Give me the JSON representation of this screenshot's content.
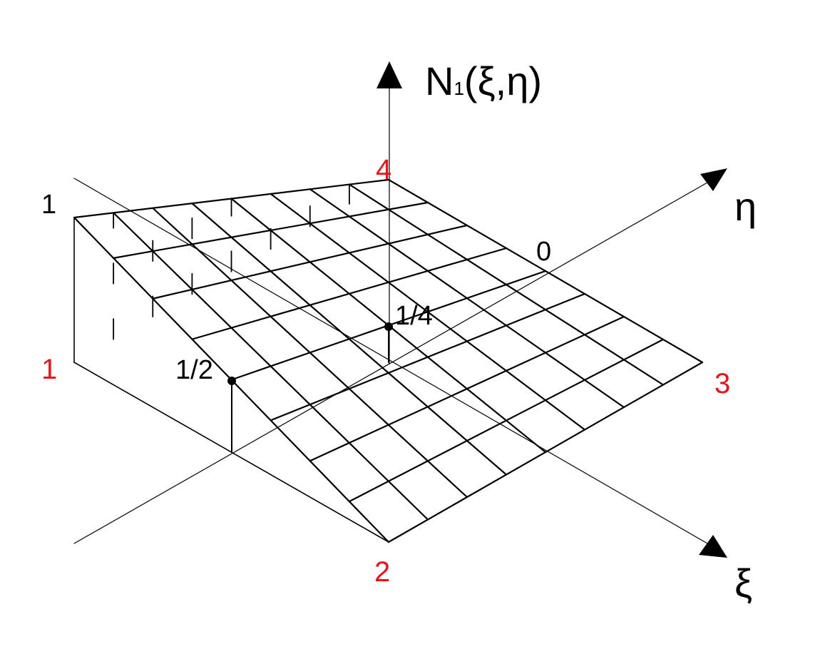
{
  "axes": {
    "vertical_label_main": "N",
    "vertical_label_sub": "1",
    "vertical_label_args": "(ξ,η)",
    "eta_label": "η",
    "xi_label": "ξ"
  },
  "nodes": {
    "node_1": "1",
    "node_2": "2",
    "node_3": "3",
    "node_4": "4"
  },
  "values": {
    "height_one": "1",
    "zero": "0",
    "quarter": "1/4",
    "half": "1/2"
  },
  "colors": {
    "node_color": "#e3161b",
    "line_color": "#000000"
  }
}
